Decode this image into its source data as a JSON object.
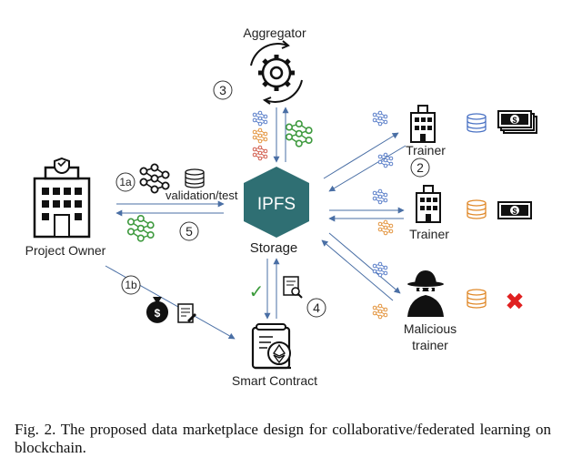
{
  "nodes": {
    "aggregator": "Aggregator",
    "storage": "Storage",
    "ipfs": "IPFS",
    "project_owner": "Project Owner",
    "trainer_1": "Trainer",
    "trainer_2": "Trainer",
    "malicious_trainer_line1": "Malicious",
    "malicious_trainer_line2": "trainer",
    "smart_contract": "Smart Contract",
    "validation_test": "validation/test"
  },
  "steps": {
    "s1a": "1a",
    "s1b": "1b",
    "s2": "2",
    "s3": "3",
    "s4": "4",
    "s5": "5"
  },
  "symbols": {
    "dollar": "$",
    "check": "✓",
    "cross": "✖"
  },
  "colors": {
    "arrow": "#4a6fa5",
    "ipfs_box": "#2f6f73",
    "nn_blue": "#4a72c4",
    "nn_green": "#3f9a3f",
    "nn_orange": "#e0892a",
    "nn_red": "#cc4b3a",
    "db_blue": "#4a72c4",
    "db_orange": "#e0892a",
    "cross_red": "#e02020",
    "check_green": "#3a9a3a"
  },
  "caption": "Fig. 2.   The proposed data marketplace design for collaborative/federated learning on blockchain."
}
